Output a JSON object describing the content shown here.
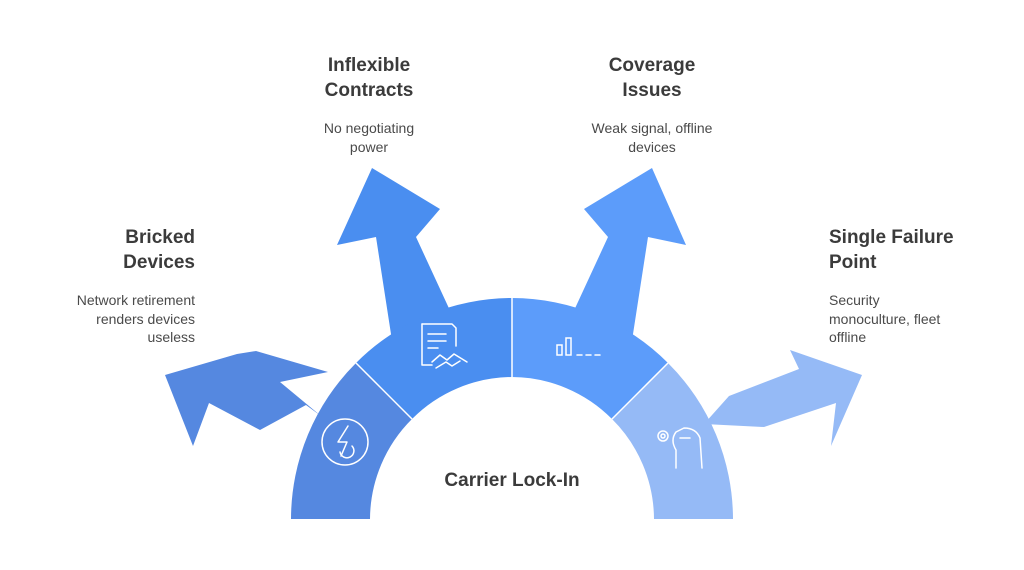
{
  "center": {
    "label": "Carrier Lock-In"
  },
  "items": [
    {
      "title_lines": [
        "Bricked",
        "Devices"
      ],
      "desc_lines": [
        "Network retirement",
        "renders devices",
        "useless"
      ],
      "color": "#5588e0",
      "icon": "power-bolt-icon"
    },
    {
      "title_lines": [
        "Inflexible",
        "Contracts"
      ],
      "desc_lines": [
        "No negotiating",
        "power"
      ],
      "color": "#4a8ef0",
      "icon": "contract-handshake-icon"
    },
    {
      "title_lines": [
        "Coverage",
        "Issues"
      ],
      "desc_lines": [
        "Weak signal, offline",
        "devices"
      ],
      "color": "#5c9cfa",
      "icon": "signal-bars-icon"
    },
    {
      "title_lines": [
        "Single Failure",
        "Point"
      ],
      "desc_lines": [
        "Security",
        "monoculture, fleet",
        "offline"
      ],
      "color": "#95baf6",
      "icon": "hand-gear-icon"
    }
  ]
}
